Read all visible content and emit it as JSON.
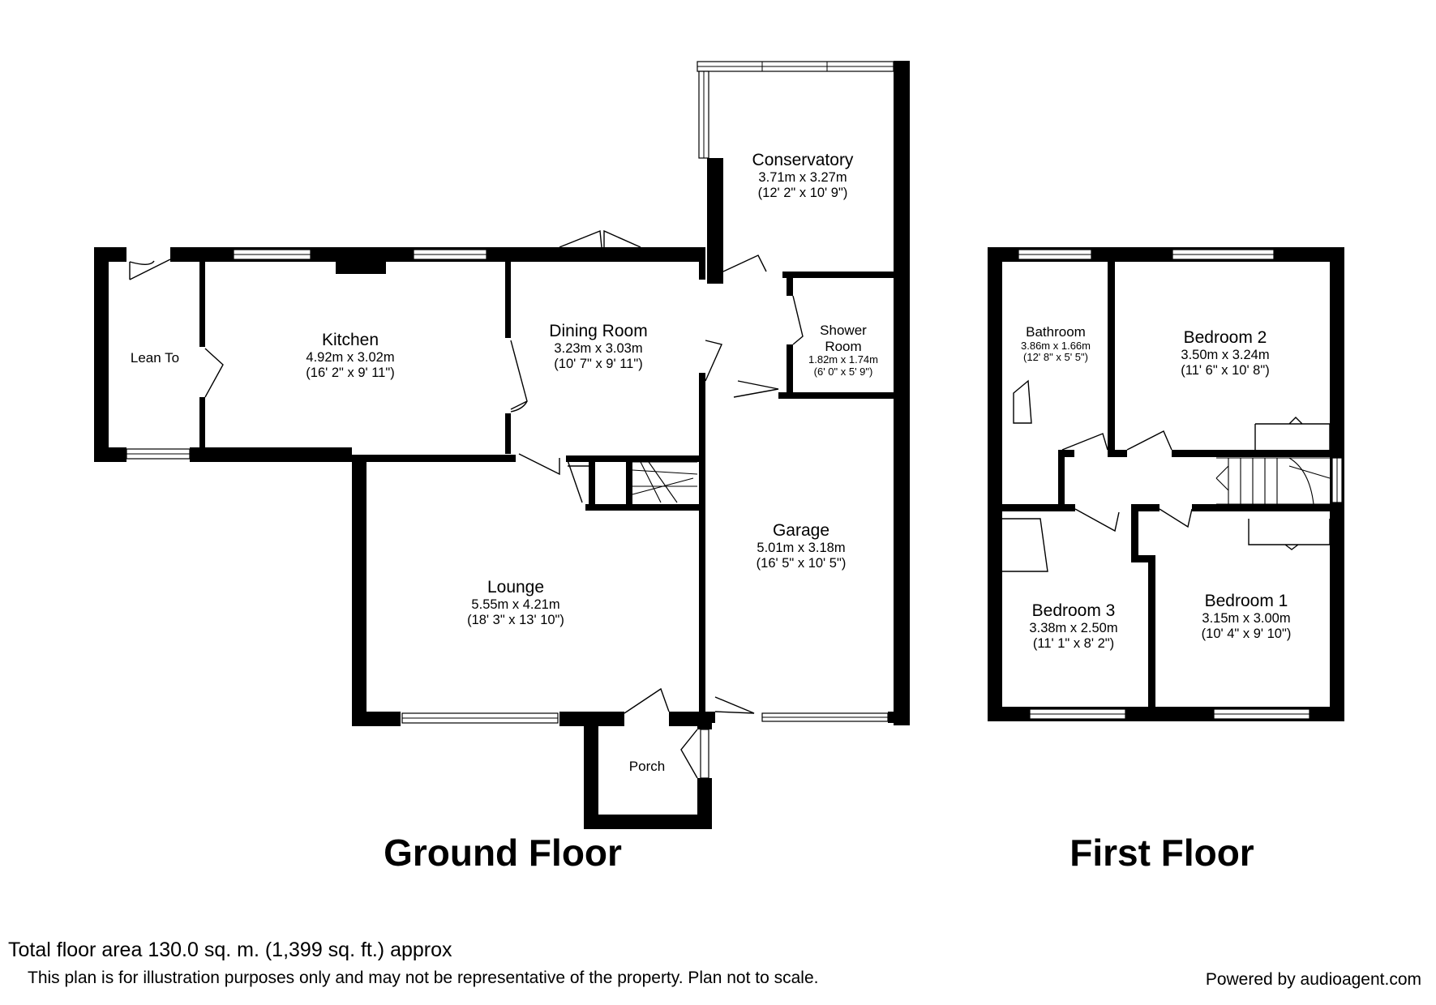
{
  "floors": {
    "ground": "Ground Floor",
    "first": "First Floor"
  },
  "rooms": {
    "lean_to": {
      "name": "Lean To"
    },
    "kitchen": {
      "name": "Kitchen",
      "metric": "4.92m x 3.02m",
      "imperial": "(16' 2\" x 9' 11\")"
    },
    "dining": {
      "name": "Dining Room",
      "metric": "3.23m x 3.03m",
      "imperial": "(10' 7\" x 9' 11\")"
    },
    "conservatory": {
      "name": "Conservatory",
      "metric": "3.71m x 3.27m",
      "imperial": "(12' 2\" x 10' 9\")"
    },
    "shower": {
      "name1": "Shower",
      "name2": "Room",
      "metric": "1.82m x 1.74m",
      "imperial": "(6' 0\" x 5' 9\")"
    },
    "garage": {
      "name": "Garage",
      "metric": "5.01m x 3.18m",
      "imperial": "(16' 5\" x 10' 5\")"
    },
    "lounge": {
      "name": "Lounge",
      "metric": "5.55m x 4.21m",
      "imperial": "(18' 3\" x 13' 10\")"
    },
    "porch": {
      "name": "Porch"
    },
    "bathroom": {
      "name": "Bathroom",
      "metric": "3.86m x 1.66m",
      "imperial": "(12' 8\" x 5' 5\")"
    },
    "bedroom2": {
      "name": "Bedroom 2",
      "metric": "3.50m x 3.24m",
      "imperial": "(11' 6\" x 10' 8\")"
    },
    "bedroom3": {
      "name": "Bedroom 3",
      "metric": "3.38m x 2.50m",
      "imperial": "(11' 1\" x 8' 2\")"
    },
    "bedroom1": {
      "name": "Bedroom 1",
      "metric": "3.15m x 3.00m",
      "imperial": "(10' 4\" x 9' 10\")"
    }
  },
  "footer": {
    "total_area": "Total floor area 130.0 sq. m. (1,399 sq. ft.) approx",
    "disclaimer": "This plan is for illustration purposes only and may not be representative of the property. Plan not to scale.",
    "powered_by": "Powered by audioagent.com"
  },
  "colors": {
    "wall": "#000000",
    "background": "#ffffff"
  }
}
